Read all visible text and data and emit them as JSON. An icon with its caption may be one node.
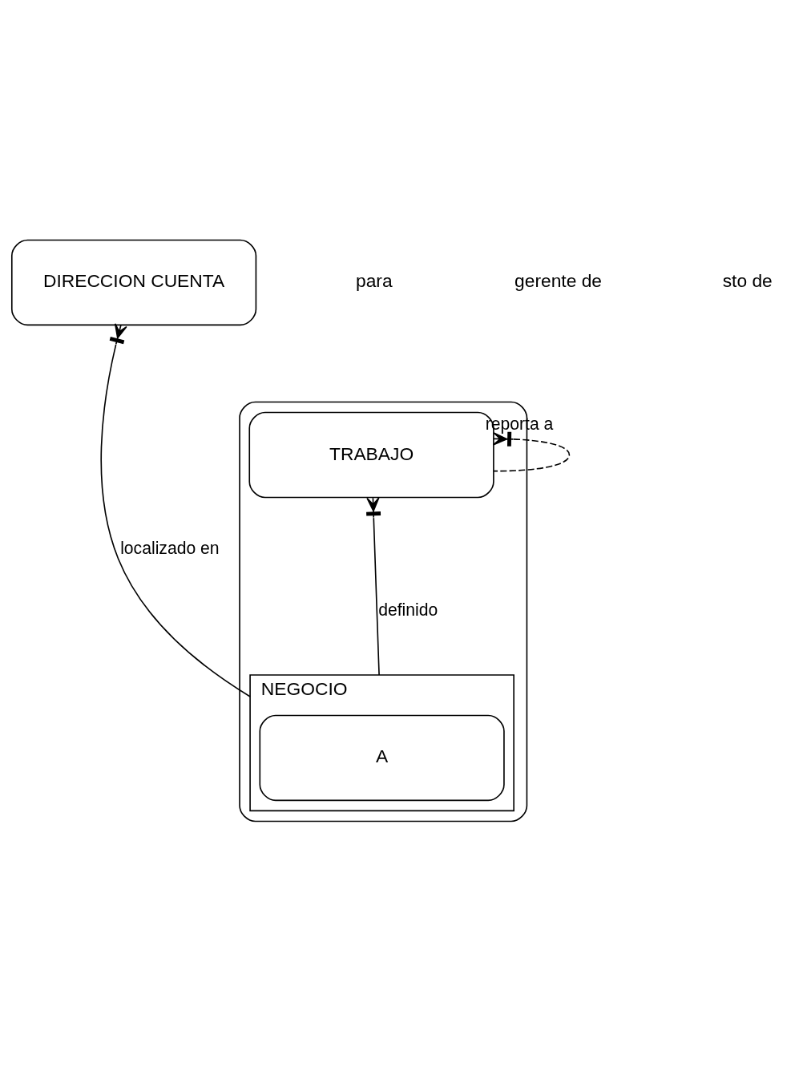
{
  "diagram": {
    "nodes": [
      {
        "text": [
          "DIRECCION CUENTA"
        ]
      },
      {
        "text": [],
        "shape": "box"
      },
      {
        "text": [
          "TRABAJO"
        ],
        "in": 1
      },
      {
        "text": [
          "NEGOCIO"
        ],
        "in": 1
      },
      {
        "text": [
          "A"
        ],
        "in": 3
      }
    ],
    "edges": [
      {
        "from": 3,
        "to": 0,
        "arrow": "other",
        "label": "localizado en"
      },
      {
        "from": 2,
        "to": 2,
        "arrow": "other",
        "label": "reporta a",
        "style": "dashed"
      },
      {
        "from": 3,
        "to": 2,
        "arrow": "other",
        "label": "definido"
      }
    ],
    "labels": [
      "para",
      "gerente de",
      "sto de"
    ]
  }
}
